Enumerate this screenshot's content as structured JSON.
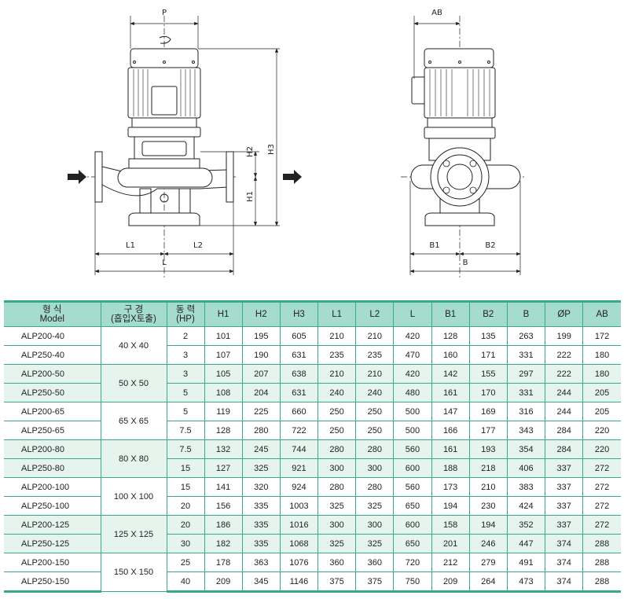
{
  "drawing": {
    "front_labels": {
      "p": "P",
      "h1": "H1",
      "h2": "H2",
      "h3": "H3",
      "l1": "L1",
      "l2": "L2",
      "l": "L"
    },
    "side_labels": {
      "ab": "AB",
      "b1": "B1",
      "b2": "B2",
      "b": "B"
    }
  },
  "table": {
    "headers": {
      "model_kr": "형 식",
      "model_en": "Model",
      "size_kr": "구 경",
      "size_sub": "(흡입X토출)",
      "hp_kr": "동 력",
      "hp_sub": "(HP)",
      "dims": [
        "H1",
        "H2",
        "H3",
        "L1",
        "L2",
        "L",
        "B1",
        "B2",
        "B",
        "ØP",
        "AB"
      ]
    },
    "groups": [
      {
        "size": "40 X 40",
        "rows": [
          {
            "model": "ALP200-40",
            "hp": "2",
            "v": [
              "101",
              "195",
              "605",
              "210",
              "210",
              "420",
              "128",
              "135",
              "263",
              "199",
              "172"
            ]
          },
          {
            "model": "ALP250-40",
            "hp": "3",
            "v": [
              "107",
              "190",
              "631",
              "235",
              "235",
              "470",
              "160",
              "171",
              "331",
              "222",
              "180"
            ]
          }
        ]
      },
      {
        "size": "50 X 50",
        "rows": [
          {
            "model": "ALP200-50",
            "hp": "3",
            "v": [
              "105",
              "207",
              "638",
              "210",
              "210",
              "420",
              "142",
              "155",
              "297",
              "222",
              "180"
            ]
          },
          {
            "model": "ALP250-50",
            "hp": "5",
            "v": [
              "108",
              "204",
              "631",
              "240",
              "240",
              "480",
              "161",
              "170",
              "331",
              "244",
              "205"
            ]
          }
        ]
      },
      {
        "size": "65 X 65",
        "rows": [
          {
            "model": "ALP200-65",
            "hp": "5",
            "v": [
              "119",
              "225",
              "660",
              "250",
              "250",
              "500",
              "147",
              "169",
              "316",
              "244",
              "205"
            ]
          },
          {
            "model": "ALP250-65",
            "hp": "7.5",
            "v": [
              "128",
              "280",
              "722",
              "250",
              "250",
              "500",
              "166",
              "177",
              "343",
              "284",
              "220"
            ]
          }
        ]
      },
      {
        "size": "80 X 80",
        "rows": [
          {
            "model": "ALP200-80",
            "hp": "7.5",
            "v": [
              "132",
              "245",
              "744",
              "280",
              "280",
              "560",
              "161",
              "193",
              "354",
              "284",
              "220"
            ]
          },
          {
            "model": "ALP250-80",
            "hp": "15",
            "v": [
              "127",
              "325",
              "921",
              "300",
              "300",
              "600",
              "188",
              "218",
              "406",
              "337",
              "272"
            ]
          }
        ]
      },
      {
        "size": "100 X 100",
        "rows": [
          {
            "model": "ALP200-100",
            "hp": "15",
            "v": [
              "141",
              "320",
              "924",
              "280",
              "280",
              "560",
              "173",
              "210",
              "383",
              "337",
              "272"
            ]
          },
          {
            "model": "ALP250-100",
            "hp": "20",
            "v": [
              "156",
              "335",
              "1003",
              "325",
              "325",
              "650",
              "194",
              "230",
              "424",
              "337",
              "272"
            ]
          }
        ]
      },
      {
        "size": "125 X 125",
        "rows": [
          {
            "model": "ALP200-125",
            "hp": "20",
            "v": [
              "186",
              "335",
              "1016",
              "300",
              "300",
              "600",
              "158",
              "194",
              "352",
              "337",
              "272"
            ]
          },
          {
            "model": "ALP250-125",
            "hp": "30",
            "v": [
              "182",
              "335",
              "1068",
              "325",
              "325",
              "650",
              "201",
              "246",
              "447",
              "374",
              "288"
            ]
          }
        ]
      },
      {
        "size": "150 X 150",
        "rows": [
          {
            "model": "ALP200-150",
            "hp": "25",
            "v": [
              "178",
              "363",
              "1076",
              "360",
              "360",
              "720",
              "212",
              "279",
              "491",
              "374",
              "288"
            ]
          },
          {
            "model": "ALP250-150",
            "hp": "40",
            "v": [
              "209",
              "345",
              "1146",
              "375",
              "375",
              "750",
              "209",
              "264",
              "473",
              "374",
              "288"
            ]
          }
        ]
      }
    ]
  }
}
